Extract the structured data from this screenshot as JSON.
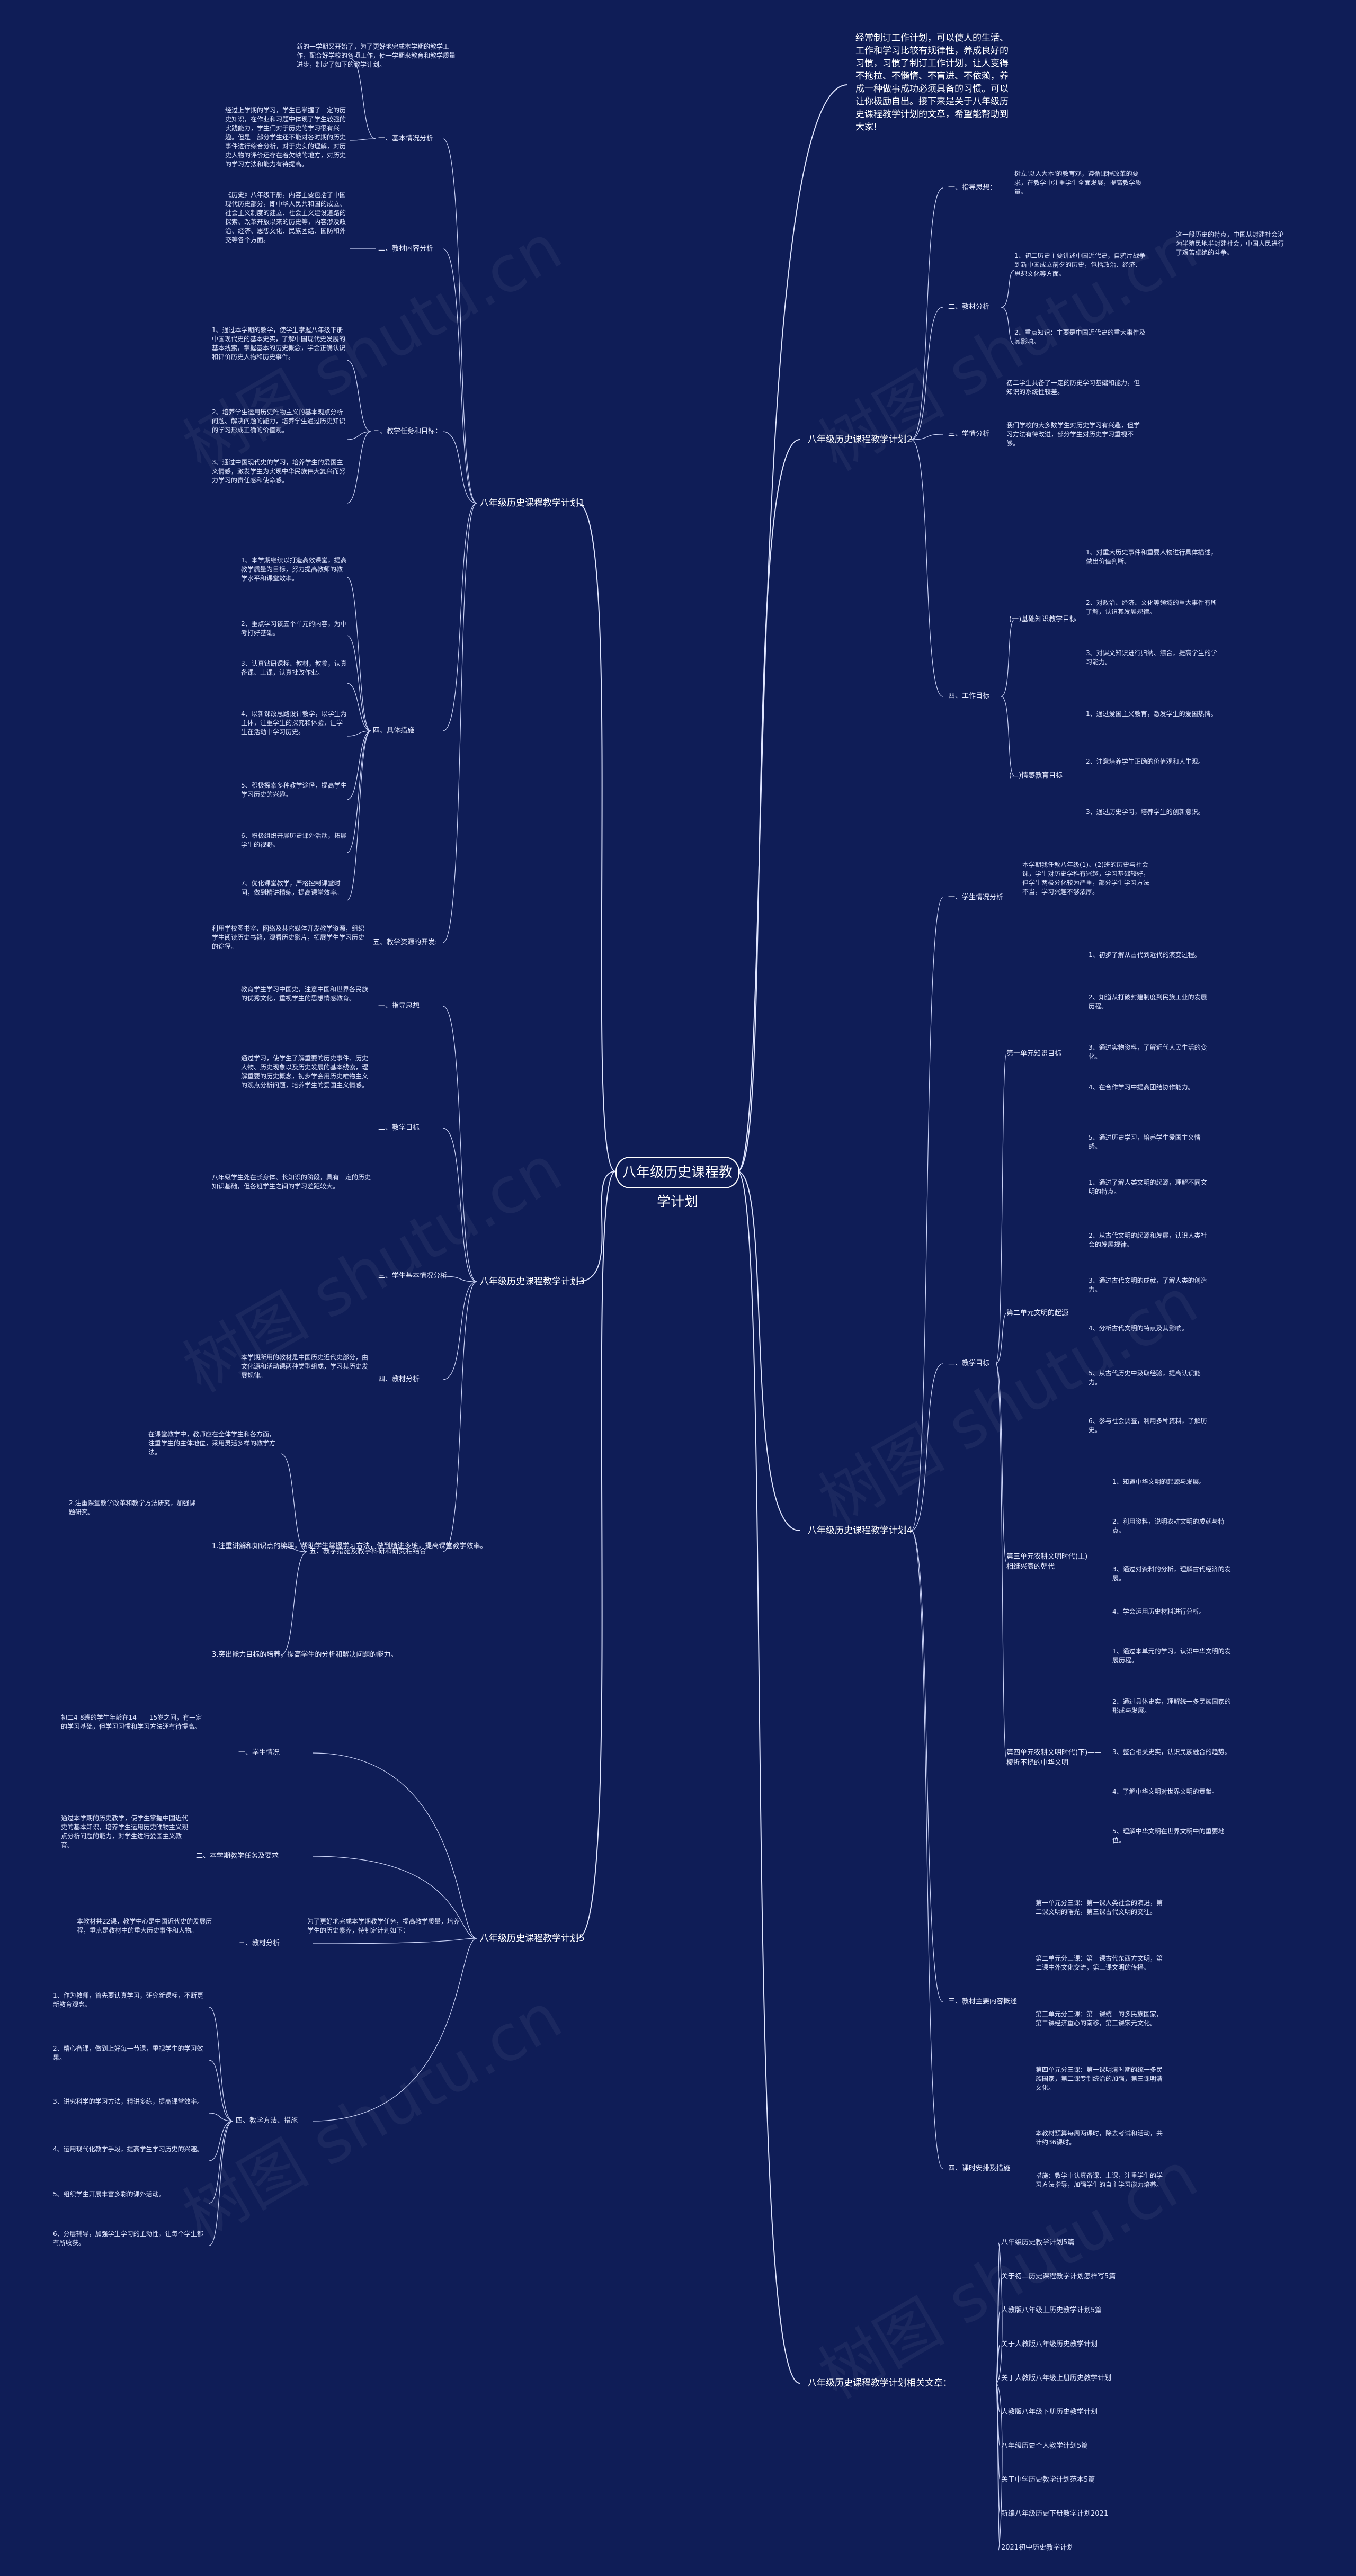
{
  "root": "八年级历史课程教学计划",
  "intro": "经常制订工作计划，可以使人的生活、工作和学习比较有规律性，养成良好的习惯，习惯了制订工作计划，让人变得不拖拉、不懒惰、不盲进、不依赖，养成一种做事成功必须具备的习惯。可以让你极励自出。接下来是关于八年级历史课程教学计划的文章，希望能帮助到大家!",
  "watermark": "树图 shutu.cn",
  "plan1": {
    "title": "八年级历史课程教学计划1",
    "s1": "一、基本情况分析",
    "s1a": "新的一学期又开始了，为了更好地完成本学期的教学工作，配合好学校的各项工作，使一学期来教育和教学质量进步，制定了如下的教学计划。",
    "s1b": "经过上学期的学习，学生已掌握了一定的历史知识，在作业和习题中体现了学生较强的实践能力，学生们对于历史的学习很有兴趣。但是一部分学生还不能对各时期的历史事件进行综合分析，对于史实的理解，对历史人物的评价还存在着欠缺的地方，对历史的学习方法和能力有待提高。",
    "s2": "二、教材内容分析",
    "s2a": "《历史》八年级下册，内容主要包括了中国现代历史部分，即中华人民共和国的成立、社会主义制度的建立、社会主义建设道路的探索、改革开放以来的历史等，内容涉及政治、经济、思想文化、民族团结、国防和外交等各个方面。",
    "s3": "三、教学任务和目标：",
    "s3a": "1、通过本学期的教学，使学生掌握八年级下册中国现代史的基本史实，了解中国现代史发展的基本线索，掌握基本的历史概念，学会正确认识和评价历史人物和历史事件。",
    "s3b": "2、培养学生运用历史唯物主义的基本观点分析问题、解决问题的能力，培养学生通过历史知识的学习形成正确的价值观。",
    "s3c": "3、通过中国现代史的学习，培养学生的爱国主义情感，激发学生为实现中华民族伟大复兴而努力学习的责任感和使命感。",
    "s4": "四、具体措施",
    "s4a": "1、本学期继续以打造高效课堂，提高教学质量为目标，努力提高教师的教学水平和课堂效率。",
    "s4b": "2、重点学习该五个单元的内容，为中考打好基础。",
    "s4c": "3、认真钻研课标、教材，教参，认真备课、上课，认真批改作业。",
    "s4d": "4、以新课改思路设计教学，以学生为主体，注重学生的探究和体验，让学生在活动中学习历史。",
    "s4e": "5、积极探索多种教学途径，提高学生学习历史的兴趣。",
    "s4f": "6、积极组织开展历史课外活动，拓展学生的视野。",
    "s4g": "7、优化课堂教学，严格控制课堂时间，做到精讲精练，提高课堂效率。",
    "s5": "五、教学资源的开发:",
    "s5a": "利用学校图书室、网络及其它媒体开发教学资源，组织学生阅读历史书籍，观看历史影片，拓展学生学习历史的途径。"
  },
  "plan2": {
    "title": "八年级历史课程教学计划2",
    "s1": "一、指导思想：",
    "s1a": "树立'以人为本'的教育观，遵循课程改革的要求，在教学中注重学生全面发展，提高教学质量。",
    "s2": "二、教材分析",
    "s2a": "1、初二历史主要讲述中国近代史，自鸦片战争到新中国成立前夕的历史，包括政治、经济、思想文化等方面。",
    "s2b": "这一段历史的特点，中国从封建社会沦为半殖民地半封建社会，中国人民进行了艰苦卓绝的斗争。",
    "s2c": "2、重点知识：主要是中国近代史的重大事件及其影响。",
    "s3": "三、学情分析",
    "s3a": "初二学生具备了一定的历史学习基础和能力，但知识的系统性较差。",
    "s3b": "我们学校的大多数学生对历史学习有兴趣，但学习方法有待改进，部分学生对历史学习重视不够。",
    "s4": "四、工作目标",
    "s4a": "(一)基础知识教学目标",
    "s4a1": "1、对重大历史事件和重要人物进行具体描述，做出价值判断。",
    "s4a2": "2、对政治、经济、文化等领域的重大事件有所了解，认识其发展规律。",
    "s4a3": "3、对课文知识进行归纳、综合，提高学生的学习能力。",
    "s4b": "(二)情感教育目标",
    "s4b1": "1、通过爱国主义教育，激发学生的爱国热情。",
    "s4b2": "2、注意培养学生正确的价值观和人生观。",
    "s4b3": "3、通过历史学习，培养学生的创新意识。"
  },
  "plan3": {
    "title": "八年级历史课程教学计划3",
    "s1": "一、指导思想",
    "s1a": "教育学生学习中国史，注意中国和世界各民族的优秀文化，重视学生的思想情感教育。",
    "s2": "二、教学目标",
    "s2a": "通过学习，使学生了解重要的历史事件、历史人物、历史现象以及历史发展的基本线索，理解重要的历史概念，初步学会用历史唯物主义的观点分析问题，培养学生的爱国主义情感。",
    "s3": "三、学生基本情况分析",
    "s3a": "八年级学生处在长身体、长知识的阶段，具有一定的历史知识基础，但各班学生之间的学习差距较大。",
    "s4": "四、教材分析",
    "s4a": "本学期所用的教材是中国历史近代史部分，由文化源和活动课两种类型组成，学习其历史发展规律。",
    "s5": "五、教学措施及教学科研和研究相结合",
    "s5a": "在课堂教学中，教师应在全体学生和各方面，注重学生的主体地位，采用灵活多样的教学方法。",
    "s5b": "1.注重讲解和知识点的梳理，帮助学生掌握学习方法，做到精讲多练，提高课堂教学效率。",
    "s5c": "2.注重课堂教学改革和教学方法研究，加强课题研究。",
    "s5d": "3.突出能力目标的培养，提高学生的分析和解决问题的能力。"
  },
  "plan4": {
    "title": "八年级历史课程教学计划4",
    "s1": "一、学生情况分析",
    "s1a": "本学期我任教八年级(1)、(2)班的历史与社会课，学生对历史学科有兴趣，学习基础较好，但学生两极分化较为严重，部分学生学习方法不当，学习兴趣不够浓厚。",
    "s2": "二、教学目标",
    "s2a": "第一单元知识目标",
    "s2a1": "1、初步了解从古代到近代的演变过程。",
    "s2a2": "2、知道从打破封建制度到民族工业的发展历程。",
    "s2a3": "3、通过实物资料，了解近代人民生活的变化。",
    "s2a4": "4、在合作学习中提高团结协作能力。",
    "s2a5": "5、通过历史学习，培养学生爱国主义情感。",
    "s2b": "第二单元文明的起源",
    "s2b1": "1、通过了解人类文明的起源，理解不同文明的特点。",
    "s2b2": "2、从古代文明的起源和发展，认识人类社会的发展规律。",
    "s2b3": "3、通过古代文明的成就，了解人类的创造力。",
    "s2b4": "4、分析古代文明的特点及其影响。",
    "s2b5": "5、从古代历史中汲取经验，提高认识能力。",
    "s2b6": "6、参与社会调查，利用多种资料，了解历史。",
    "s2c": "第三单元农耕文明时代(上)——相继兴衰的朝代",
    "s2c1": "1、知道中华文明的起源与发展。",
    "s2c2": "2、利用资料，说明农耕文明的成就与特点。",
    "s2c3": "3、通过对资料的分析，理解古代经济的发展。",
    "s2c4": "4、学会运用历史材料进行分析。",
    "s2d": "第四单元农耕文明时代(下)——棱折不挠的中华文明",
    "s2d1": "1、通过本单元的学习，认识中华文明的发展历程。",
    "s2d2": "2、通过具体史实，理解统一多民族国家的形成与发展。",
    "s2d3": "3、整合相关史实，认识民族融合的趋势。",
    "s2d4": "4、了解中华文明对世界文明的贡献。",
    "s2d5": "5、理解中华文明在世界文明中的重要地位。",
    "s3": "三、教材主要内容概述",
    "s3a": "第一单元分三课：第一课人类社会的演进，第二课文明的曙光，第三课古代文明的交往。",
    "s3b": "第二单元分三课：第一课古代东西方文明，第二课中外文化交流，第三课文明的传播。",
    "s3c": "第三单元分三课：第一课统一的多民族国家，第二课经济重心的南移，第三课宋元文化。",
    "s3d": "第四单元分三课：第一课明清时期的统一多民族国家，第二课专制统治的加强，第三课明清文化。",
    "s4": "四、课时安排及措施",
    "s4a": "本教材预算每周两课时，除去考试和活动，共计约36课时。",
    "s4b": "措施：教学中认真备课、上课，注重学生的学习方法指导，加强学生的自主学习能力培养。"
  },
  "plan5": {
    "title": "八年级历史课程教学计划5",
    "intro": "为了更好地完成本学期教学任务，提高教学质量，培养学生的历史素养，特制定计划如下：",
    "s1": "一、学生情况",
    "s1a": "初二4-8班的学生年龄在14——15岁之间，有一定的学习基础，但学习习惯和学习方法还有待提高。",
    "s2": "二、本学期教学任务及要求",
    "s2a": "通过本学期的历史教学，使学生掌握中国近代史的基本知识，培养学生运用历史唯物主义观点分析问题的能力，对学生进行爱国主义教育。",
    "s3": "三、教材分析",
    "s3a": "本教材共22课，教学中心是中国近代史的发展历程，重点是教材中的重大历史事件和人物。",
    "s4": "四、教学方法、措施",
    "s4a": "1、作为教师，首先要认真学习，研究新课标，不断更新教育观念。",
    "s4b": "2、精心备课，做到上好每一节课，重视学生的学习效果。",
    "s4c": "3、讲究科学的学习方法，精讲多练，提高课堂效率。",
    "s4d": "4、运用现代化教学手段，提高学生学习历史的兴趣。",
    "s4e": "5、组织学生开展丰富多彩的课外活动。",
    "s4f": "6、分层辅导，加强学生学习的主动性，让每个学生都有所收获。"
  },
  "related": {
    "title": "八年级历史课程教学计划相关文章：",
    "items": [
      "八年级历史教学计划5篇",
      "关于初二历史课程教学计划怎样写5篇",
      "人教版八年级上历史教学计划5篇",
      "关于人教版八年级历史教学计划",
      "关于人教版八年级上册历史教学计划",
      "人教版八年级下册历史教学计划",
      "八年级历史个人教学计划5篇",
      "关于中学历史教学计划范本5篇",
      "新编八年级历史下册教学计划2021",
      "2021初中历史教学计划"
    ]
  }
}
